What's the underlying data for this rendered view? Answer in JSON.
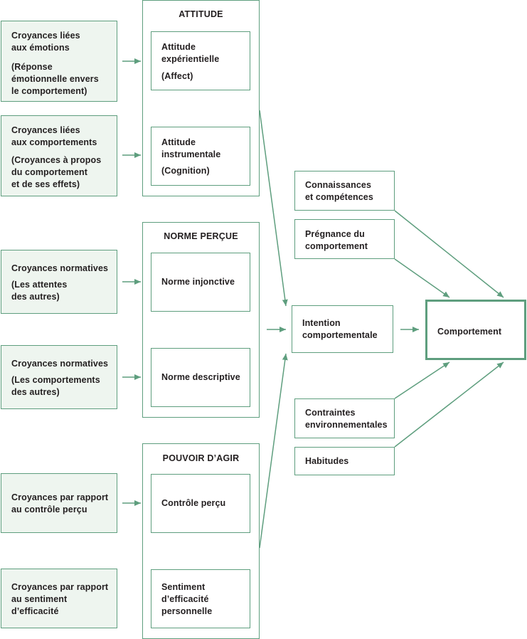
{
  "beliefs": {
    "emotions": {
      "title": "Croyances liées\naux émotions",
      "detail": "(Réponse\némotionnelle envers\nle comportement)"
    },
    "behaviors": {
      "title": "Croyances liées\naux comportements",
      "detail": "(Croyances à propos\ndu comportement\net de ses effets)"
    },
    "normative_expectations": {
      "title": "Croyances normatives",
      "detail": "(Les attentes\ndes autres)"
    },
    "normative_behaviors": {
      "title": "Croyances normatives",
      "detail": "(Les comportements\ndes autres)"
    },
    "control": {
      "title": "Croyances par rapport\nau contrôle perçu"
    },
    "efficacy": {
      "title": "Croyances par rapport\nau sentiment\nd’efficacité"
    }
  },
  "groups": {
    "attitude": {
      "title": "ATTITUDE",
      "experiential": {
        "title": "Attitude\nexpérientielle",
        "detail": "(Affect)"
      },
      "instrumental": {
        "title": "Attitude\ninstrumentale",
        "detail": "(Cognition)"
      }
    },
    "norm": {
      "title": "NORME PERÇUE",
      "injunctive": "Norme injonctive",
      "descriptive": "Norme descriptive"
    },
    "agency": {
      "title": "POUVOIR D’AGIR",
      "control": "Contrôle perçu",
      "efficacy": "Sentiment\nd’efficacité\npersonnelle"
    }
  },
  "intention": "Intention\ncomportementale",
  "behavior": "Comportement",
  "factors": {
    "knowledge": "Connaissances\net compétences",
    "salience": "Prégnance du\ncomportement",
    "constraints": "Contraintes\nenvironnementales",
    "habits": "Habitudes"
  },
  "colors": {
    "border": "#5e9e7e",
    "belief_fill": "#eef5ef",
    "text": "#231f20"
  }
}
